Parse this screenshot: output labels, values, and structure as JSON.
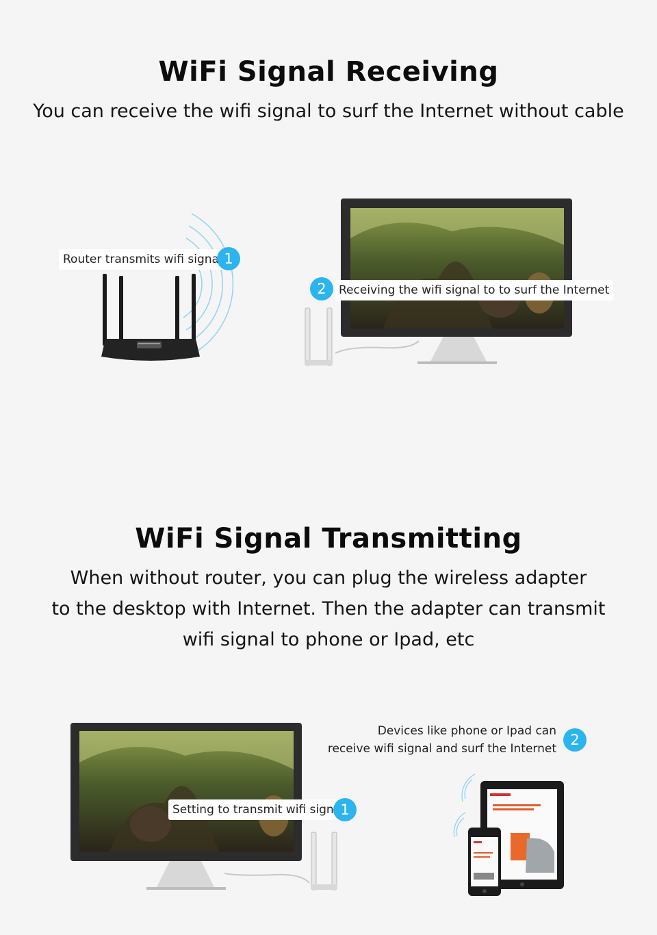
{
  "section1": {
    "title": "WiFi Signal Receiving",
    "subtitle": "You can receive the wifi signal to surf the Internet without cable",
    "step1": {
      "number": "1",
      "label": "Router transmits wifi signal"
    },
    "step2": {
      "number": "2",
      "label": "Receiving the wifi signal to to surf the Internet"
    }
  },
  "section2": {
    "title": "WiFi Signal Transmitting",
    "subtitle_lines": [
      "When without router, you can plug the wireless adapter",
      "to the desktop with Internet. Then the adapter can transmit",
      "wifi signal to phone or Ipad, etc"
    ],
    "step1": {
      "number": "1",
      "label": "Setting to transmit wifi signal"
    },
    "step2": {
      "number": "2",
      "label_lines": [
        "Devices like phone or Ipad can",
        "receive wifi signal and surf the Internet"
      ]
    }
  },
  "colors": {
    "accent": "#2bb4ee",
    "background": "#f5f5f5",
    "wave": "#8fd3f2"
  }
}
